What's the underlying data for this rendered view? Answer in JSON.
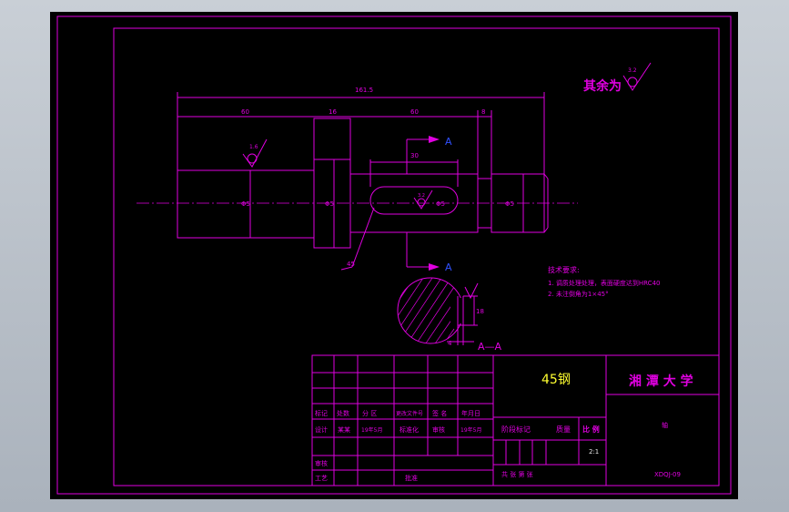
{
  "drawing": {
    "dimensions": {
      "overall_length": "161.5",
      "seg_left": "60",
      "seg_collar": "16",
      "seg_keyway": "60",
      "seg_right_gap": "8",
      "keyway_length": "30",
      "dia_left": "Φ5",
      "dia_collar": "Φ5",
      "dia_keyway": "Φ5",
      "dia_right": "Φ5",
      "chamfer_leader": "45",
      "section_depth": "18",
      "section_width": "4"
    },
    "roughness": {
      "left_shaft": "1.6",
      "keyway": "3.2",
      "rest_value": "3.2",
      "rest_label": "其余为"
    },
    "section": {
      "marker_top": "A",
      "marker_bottom": "A",
      "section_label": "A—A"
    },
    "notes": {
      "heading": "技术要求:",
      "line1": "1. 调质处理处理，表面硬度达到HRC40",
      "line2": "2. 未注倒角为1×45°"
    }
  },
  "title_block": {
    "material": "45钢",
    "university": "湘 潭 大 学",
    "part_name": "轴",
    "drawing_no": "XDQJ-09",
    "scale_label": "比 例",
    "scale_value": "2:1",
    "weight_label": "质量",
    "stage_label": "阶段标记",
    "sheet_info": "共 张 第 张",
    "revision_row": [
      "标记",
      "处数",
      "分 区",
      "更改文件号",
      "签 名",
      "年月日"
    ],
    "design_row": [
      "设计",
      "某某",
      "19年5月",
      "标准化",
      "审核",
      "19年5月"
    ],
    "review_label": "审核",
    "process_label": "工艺",
    "approve_label": "批准"
  }
}
